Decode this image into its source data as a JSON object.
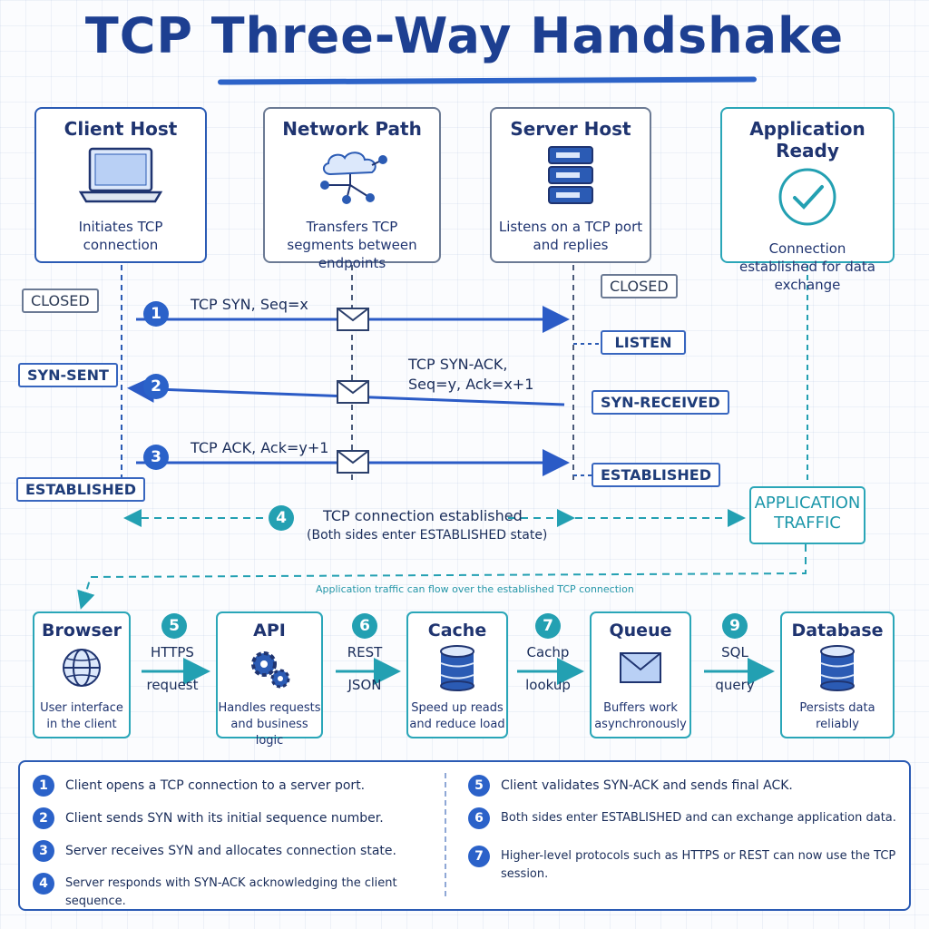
{
  "title": "TCP Three-Way Handshake",
  "hosts": [
    {
      "title": "Client Host",
      "desc": "Initiates TCP connection",
      "icon": "laptop-icon"
    },
    {
      "title": "Network Path",
      "desc": "Transfers TCP segments between endpoints",
      "icon": "cloud-network-icon"
    },
    {
      "title": "Server Host",
      "desc": "Listens on a TCP port and replies",
      "icon": "server-icon"
    },
    {
      "title": "Application Ready",
      "desc": "Connection established for data exchange",
      "icon": "check-circle-icon"
    }
  ],
  "client_states": [
    "CLOSED",
    "SYN-SENT",
    "ESTABLISHED"
  ],
  "server_states": [
    "CLOSED",
    "LISTEN",
    "SYN-RECEIVED",
    "ESTABLISHED"
  ],
  "messages": [
    {
      "step": "1",
      "label": "TCP SYN, Seq=x"
    },
    {
      "step": "2",
      "label_line1": "TCP SYN-ACK,",
      "label_line2": "Seq=y, Ack=x+1"
    },
    {
      "step": "3",
      "label": "TCP ACK, Ack=y+1"
    }
  ],
  "established": {
    "step": "4",
    "line1": "TCP connection established",
    "line2": "(Both sides enter ESTABLISHED state)"
  },
  "app_traffic": {
    "line1": "APPLICATION",
    "line2": "TRAFFIC"
  },
  "flow_note": "Application traffic can flow over the established TCP connection",
  "services": [
    {
      "title": "Browser",
      "desc_line1": "User interface",
      "desc_line2": "in the client",
      "icon": "globe-icon"
    },
    {
      "title": "API",
      "desc_line1": "Handles requests",
      "desc_line2": "and business logic",
      "icon": "gears-icon"
    },
    {
      "title": "Cache",
      "desc_line1": "Speed up reads",
      "desc_line2": "and reduce load",
      "icon": "database-icon"
    },
    {
      "title": "Queue",
      "desc_line1": "Buffers work",
      "desc_line2": "asynchronously",
      "icon": "envelope-icon"
    },
    {
      "title": "Database",
      "desc_line1": "Persists data",
      "desc_line2": "reliably",
      "icon": "database-icon"
    }
  ],
  "service_links": [
    {
      "step": "5",
      "line1": "HTTPS",
      "line2": "request"
    },
    {
      "step": "6",
      "line1": "REST",
      "line2": "JSON"
    },
    {
      "step": "7",
      "line1": "Cachp",
      "line2": "lookup"
    },
    {
      "step": "9",
      "line1": "SQL",
      "line2": "query"
    }
  ],
  "legend": [
    {
      "num": "1",
      "text": "Client opens a TCP connection to a server port."
    },
    {
      "num": "2",
      "text": "Client sends SYN with its initial sequence number."
    },
    {
      "num": "3",
      "text": "Server receives SYN and allocates connection state."
    },
    {
      "num": "4",
      "text": "Server responds with SYN-ACK acknowledging the client sequence."
    },
    {
      "num": "5",
      "text": "Client validates SYN-ACK and sends final ACK."
    },
    {
      "num": "6",
      "text": "Both sides enter ESTABLISHED and can exchange application data."
    },
    {
      "num": "7",
      "text_line1": "Higher-level protocols such as HTTPS or REST can now use the TCP",
      "text_line2": "session."
    }
  ],
  "colors": {
    "primary": "#2b62c9",
    "teal": "#23a0b2",
    "text": "#1a2d5a",
    "title": "#1d3f91"
  }
}
